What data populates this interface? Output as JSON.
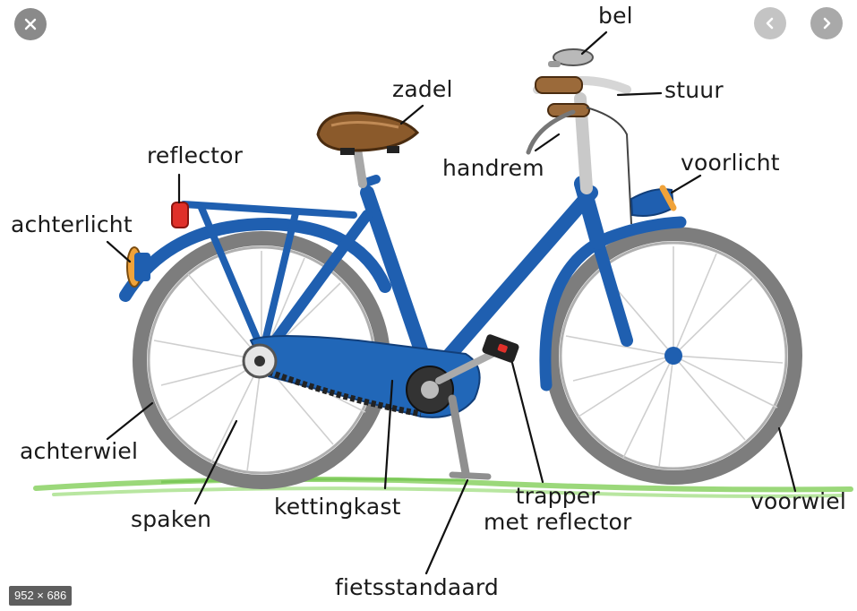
{
  "viewer": {
    "image_dimensions": "952 × 686"
  },
  "labels": {
    "bel": "bel",
    "stuur": "stuur",
    "zadel": "zadel",
    "handrem": "handrem",
    "reflector": "reflector",
    "voorlicht": "voorlicht",
    "achterlicht": "achterlicht",
    "achterwiel": "achterwiel",
    "spaken": "spaken",
    "kettingkast": "kettingkast",
    "trapper_line1": "trapper",
    "trapper_line2": "met reflector",
    "voorwiel": "voorwiel",
    "fietsstandaard": "fietsstandaard"
  },
  "colors": {
    "frame": "#1f5fb0",
    "frame_dark": "#123f7a",
    "tire": "#8a8a8a",
    "saddle": "#8b5a2b",
    "reflector_red": "#e0302a",
    "light_orange": "#f0a33a",
    "grass": "#8fd16a"
  },
  "icons": {
    "close": "close-icon",
    "prev": "chevron-left-icon",
    "next": "chevron-right-icon"
  }
}
